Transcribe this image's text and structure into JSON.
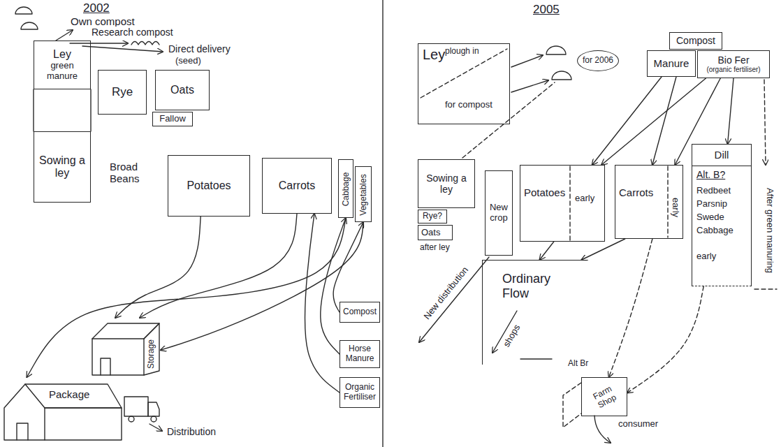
{
  "diagram": {
    "nodes": [
      {
        "text": [
          "Ley",
          "green manure"
        ]
      },
      {
        "text": [
          "Rye"
        ]
      },
      {
        "text": [
          "Oats"
        ]
      },
      {
        "text": [
          "Fallow"
        ]
      },
      {
        "text": [
          "Sowing a ley"
        ]
      },
      {
        "text": [
          "Potatoes"
        ]
      },
      {
        "text": [
          "Carrots"
        ]
      },
      {
        "text": [
          "Cabbage"
        ]
      },
      {
        "text": [
          "Vegetables"
        ]
      },
      {
        "text": [
          "Storage"
        ]
      },
      {
        "text": [
          "Package"
        ]
      },
      {
        "text": [
          "Compost"
        ]
      },
      {
        "text": [
          "Horse Manure"
        ]
      },
      {
        "text": [
          "Organic Fertiliser"
        ]
      },
      {
        "text": [
          "Ley",
          "plough in",
          "for compost"
        ]
      },
      {
        "text": [
          "for 2006"
        ]
      },
      {
        "text": [
          "Compost"
        ]
      },
      {
        "text": [
          "Manure"
        ]
      },
      {
        "text": [
          "Bio Fer",
          "(organic fertiliser)"
        ]
      },
      {
        "text": [
          "Sowing a ley"
        ]
      },
      {
        "text": [
          "Rye?"
        ]
      },
      {
        "text": [
          "Oats",
          "after ley"
        ]
      },
      {
        "text": [
          "New crop"
        ]
      },
      {
        "text": [
          "Potatoes",
          "early"
        ]
      },
      {
        "text": [
          "Carrots",
          "early"
        ]
      },
      {
        "text": [
          "Dill"
        ]
      },
      {
        "text": [
          "Alt. B?",
          "Redbeet",
          "Parsnip",
          "Swede",
          "Cabbage",
          "early"
        ]
      },
      {
        "text": [
          "Ordinary Flow"
        ]
      },
      {
        "text": [
          "Farm Shop"
        ]
      }
    ],
    "edges": [
      {
        "from": 5,
        "to": 9,
        "arrow": "to"
      },
      {
        "from": 6,
        "to": 9,
        "arrow": "to"
      },
      {
        "from": 7,
        "to": 10,
        "arrow": "to"
      },
      {
        "from": 8,
        "to": 9,
        "arrow": "to"
      },
      {
        "from": 11,
        "to": 8,
        "arrow": "to"
      },
      {
        "from": 12,
        "to": 7,
        "arrow": "to"
      },
      {
        "from": 13,
        "to": 6,
        "arrow": "to"
      },
      {
        "from": 17,
        "to": 23,
        "arrow": "to"
      },
      {
        "from": 17,
        "to": 24,
        "arrow": "to"
      },
      {
        "from": 18,
        "to": 23,
        "arrow": "to"
      },
      {
        "from": 18,
        "to": 24,
        "arrow": "to"
      },
      {
        "from": 18,
        "to": 25,
        "arrow": "to"
      },
      {
        "from": 23,
        "to": 27,
        "arrow": "to"
      },
      {
        "from": 24,
        "to": 27,
        "arrow": "to"
      },
      {
        "from": 24,
        "to": 28,
        "arrow": "to"
      },
      {
        "from": 26,
        "to": 28,
        "arrow": "to"
      }
    ],
    "labels": [
      "2002",
      "Own compost",
      "Research compost",
      "Direct delivery",
      "(seed)",
      "Broad Beans",
      "Distribution",
      "2005",
      "After green manuring",
      "New distribution",
      "shops",
      "Alt Br",
      "consumer"
    ]
  }
}
